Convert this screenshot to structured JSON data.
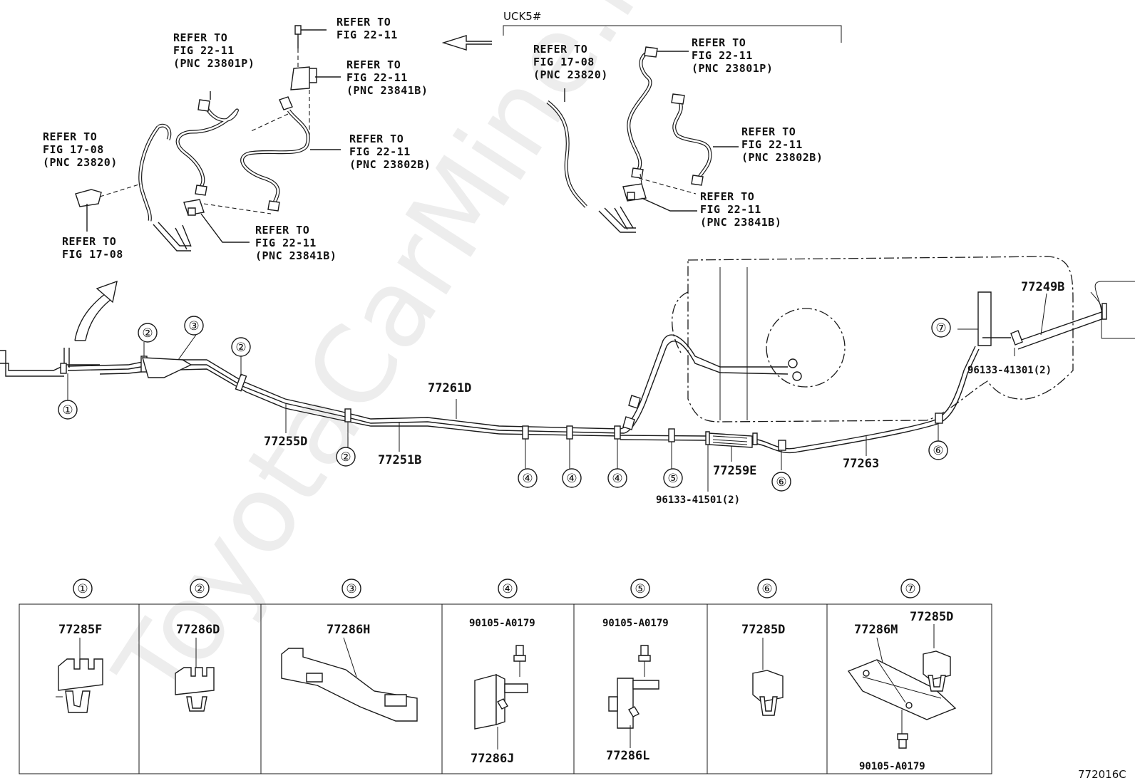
{
  "watermark": "ToyotaCarMine.ru",
  "figure_code": "772016C",
  "variant_label": "UCK5#",
  "inset_left": {
    "ref_top_bolt": [
      "REFER TO",
      "FIG 22-11"
    ],
    "ref_23801p": [
      "REFER TO",
      "FIG 22-11",
      "(PNC 23801P)"
    ],
    "ref_23841b_top": [
      "REFER TO",
      "FIG 22-11",
      "(PNC 23841B)"
    ],
    "ref_23820": [
      "REFER TO",
      "FIG 17-08",
      "(PNC 23820)"
    ],
    "ref_23802b": [
      "REFER TO",
      "FIG 22-11",
      "(PNC 23802B)"
    ],
    "ref_clip": [
      "REFER TO",
      "FIG 17-08"
    ],
    "ref_23841b_bottom": [
      "REFER TO",
      "FIG 22-11",
      "(PNC 23841B)"
    ]
  },
  "inset_right": {
    "ref_23820": [
      "REFER TO",
      "FIG 17-08",
      "(PNC 23820)"
    ],
    "ref_23801p": [
      "REFER TO",
      "FIG 22-11",
      "(PNC 23801P)"
    ],
    "ref_23802b": [
      "REFER TO",
      "FIG 22-11",
      "(PNC 23802B)"
    ],
    "ref_23841b": [
      "REFER TO",
      "FIG 22-11",
      "(PNC 23841B)"
    ]
  },
  "main_parts": {
    "p77261d": "77261D",
    "p77255d": "77255D",
    "p77251b": "77251B",
    "p77259e": "77259E",
    "p77263": "77263",
    "p77249b": "77249B",
    "p96133_41501": "96133-41501(2)",
    "p96133_41301": "96133-41301(2)"
  },
  "callouts": {
    "c1": "①",
    "c2": "②",
    "c3": "③",
    "c4": "④",
    "c5": "⑤",
    "c6": "⑥",
    "c7": "⑦"
  },
  "legend": [
    {
      "num": "①",
      "parts": [
        "77285F"
      ]
    },
    {
      "num": "②",
      "parts": [
        "77286D"
      ]
    },
    {
      "num": "③",
      "parts": [
        "77286H"
      ]
    },
    {
      "num": "④",
      "parts": [
        "90105-A0179",
        "77286J"
      ]
    },
    {
      "num": "⑤",
      "parts": [
        "90105-A0179",
        "77286L"
      ]
    },
    {
      "num": "⑥",
      "parts": [
        "77285D"
      ]
    },
    {
      "num": "⑦",
      "parts": [
        "77286M",
        "77285D",
        "90105-A0179"
      ]
    }
  ]
}
